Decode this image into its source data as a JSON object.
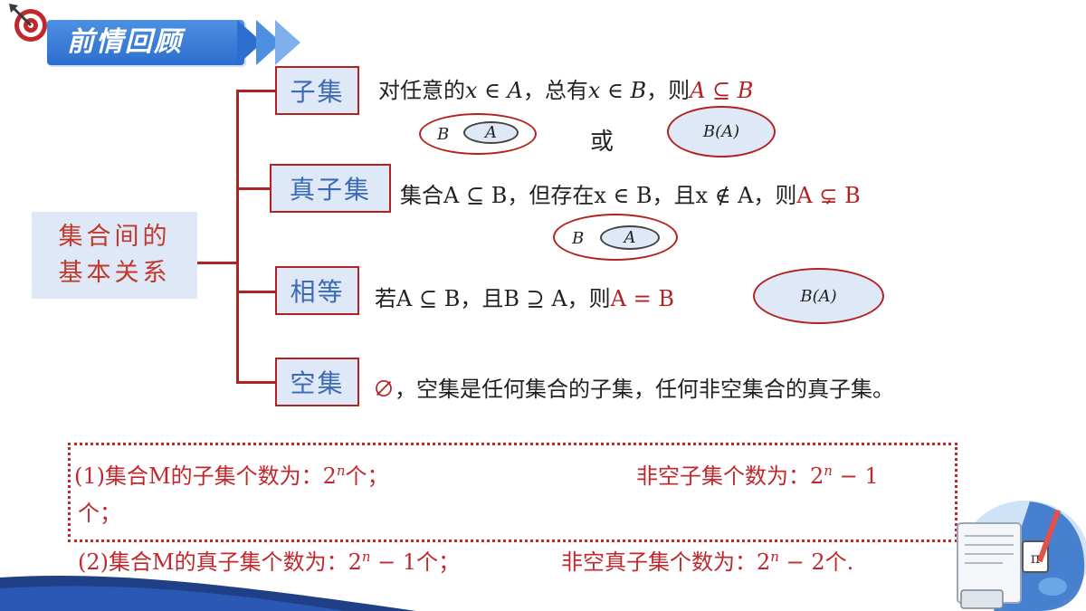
{
  "header": {
    "title": "前情回顾"
  },
  "main_topic": {
    "line1": "集合间的",
    "line2": "基本关系"
  },
  "branches": {
    "subset": {
      "label": "子集",
      "text_prefix": "对任意的",
      "x1": "x ∈ A",
      "mid": "，总有",
      "x2": "x ∈ B",
      "then": "，则",
      "result": "A ⊆ B",
      "diagram1": {
        "outer": "B",
        "inner": "A"
      },
      "or": "或",
      "diagram2": {
        "label": "B(A)"
      }
    },
    "proper_subset": {
      "label": "真子集",
      "text": "集合A ⊆ B，但存在x ∈ B，且x ∉ A，则",
      "result": "A ⊊ B",
      "diagram": {
        "outer": "B",
        "inner": "A"
      }
    },
    "equal": {
      "label": "相等",
      "text": "若A ⊆ B，且B ⊇ A，则",
      "result": "A = B",
      "diagram": {
        "label": "B(A)"
      }
    },
    "empty": {
      "label": "空集",
      "symbol": "∅",
      "text": "，空集是任何集合的子集，任何非空集合的真子集。"
    }
  },
  "notes": {
    "n1_a": "(1)集合M的子集个数为：2",
    "n1_a_exp": "n",
    "n1_a_end": "个；",
    "n1_b": "非空子集个数为：2",
    "n1_b_exp": "n",
    "n1_b_end": " − 1",
    "n1_c": "个；",
    "n2_a": "(2)集合M的真子集个数为：2",
    "n2_a_exp": "n",
    "n2_a_end": " − 1个；",
    "n2_b": "非空真子集个数为：2",
    "n2_b_exp": "n",
    "n2_b_end": " − 2个."
  },
  "colors": {
    "accent_red": "#b22222",
    "header_blue": "#2d6fcf",
    "box_fill": "#dfe8f6",
    "label_blue": "#3b6bb5"
  }
}
